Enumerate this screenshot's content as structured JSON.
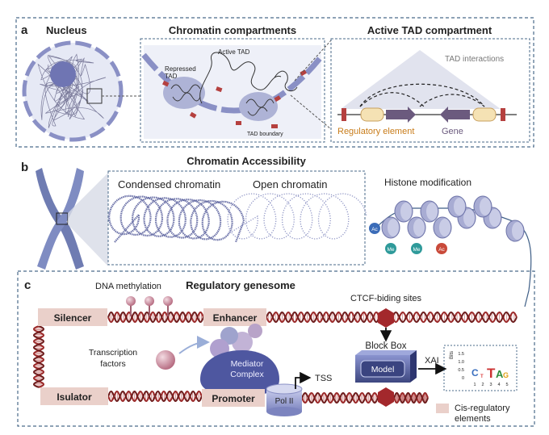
{
  "panel_a": {
    "letter": "a",
    "nucleus_title": "Nucleus",
    "compartments_title": "Chromatin compartments",
    "active_tad_title": "Active TAD compartment",
    "repressed_tad_line1": "Repressed",
    "repressed_tad_line2": "TAD",
    "active_tad_label": "Active TAD",
    "tad_boundary_label": "TAD boundary",
    "tad_interactions_label": "TAD interactions",
    "regulatory_element_label": "Regulatory element",
    "gene_label": "Gene"
  },
  "panel_b": {
    "letter": "b",
    "title": "Chromatin Accessibility",
    "condensed_label": "Condensed chromatin",
    "open_label": "Open chromatin",
    "histone_label": "Histone modification",
    "marks": [
      "Ac",
      "Me",
      "Me",
      "Ac"
    ]
  },
  "panel_c": {
    "letter": "c",
    "title": "Regulatory genesome",
    "dna_methylation_label": "DNA methylation",
    "silencer_label": "Silencer",
    "enhancer_label": "Enhancer",
    "insulator_label": "Isulator",
    "promoter_label": "Promoter",
    "tf_line1": "Transcription",
    "tf_line2": "factors",
    "mediator_line1": "Mediator",
    "mediator_line2": "Complex",
    "pol_label": "Pol II",
    "tss_label": "TSS",
    "ctcf_label": "CTCF-biding sites",
    "blockbox_label": "Block Box",
    "model_label": "Model",
    "xai_label": "XAI",
    "logo_ylabel": "Bits",
    "logo_yticks": [
      "1.5",
      "1.0",
      "0.5",
      "0"
    ],
    "logo_xticks": [
      "1",
      "2",
      "3",
      "4",
      "5"
    ],
    "legend_line1": "Cis-regulatory",
    "legend_line2": "elements"
  },
  "colors": {
    "panel_border": "#4a6a8a",
    "chromatin_blue": "#7a80b8",
    "dna_red": "#9c2a2a",
    "element_box": "#ead0ca",
    "regulatory_orange": "#c87c1a",
    "gene_purple": "#6b5a7e",
    "boundary_red": "#b5403f"
  }
}
